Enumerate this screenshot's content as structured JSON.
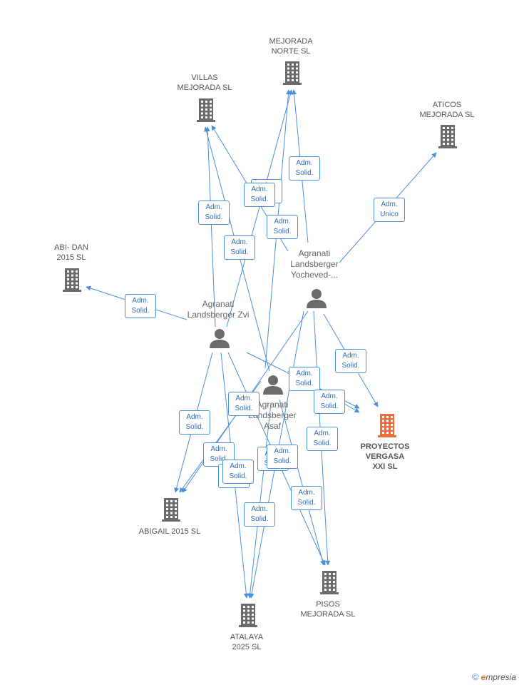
{
  "colors": {
    "edge": "#4a90d9",
    "building": "#6b6b6b",
    "focus_building": "#ef6c3a",
    "person": "#6b6b6b"
  },
  "companies": [
    {
      "id": "mejorada_norte",
      "name": "MEJORADA\nNORTE SL",
      "icon": "building-icon"
    },
    {
      "id": "villas",
      "name": "VILLAS\nMEJORADA SL",
      "icon": "building-icon"
    },
    {
      "id": "aticos",
      "name": "ATICOS\nMEJORADA SL",
      "icon": "building-icon"
    },
    {
      "id": "abidan",
      "name": "ABI- DAN\n2015 SL",
      "icon": "building-icon"
    },
    {
      "id": "proyectos",
      "name": "PROYECTOS\nVERGASA\nXXI SL",
      "icon": "building-icon",
      "focus": true
    },
    {
      "id": "abigail",
      "name": "ABIGAIL 2015 SL",
      "icon": "building-icon"
    },
    {
      "id": "pisos",
      "name": "PISOS\nMEJORADA SL",
      "icon": "building-icon"
    },
    {
      "id": "atalaya",
      "name": "ATALAYA\n2025 SL",
      "icon": "building-icon"
    }
  ],
  "people": [
    {
      "id": "yocheved",
      "name": "Agranati\nLandsberger\nYocheved-...",
      "icon": "person-icon"
    },
    {
      "id": "zvi",
      "name": "Agranati\nLandsberger Zvi",
      "icon": "person-icon"
    },
    {
      "id": "asaf",
      "name": "Agranati\nLandsberger\nAsaf",
      "icon": "person-icon"
    }
  ],
  "edge_labels": [
    "Adm.\nSolid.",
    "Adm.\nSolid.",
    "Adm.\nSolid.",
    "Adm.\nSolid.",
    "Adm.\nSolid.",
    "Adm.\nUnico",
    "Adm.\nSolid.",
    "Adm.\nSolid.",
    "Adm.\nSolid.",
    "Adm.\nSolid.",
    "Adm.\nSolid.",
    "Adm.\nSolid.",
    "Adm.\nSolid.",
    "Adm.\nSolid.",
    "Adm.\nSolid.",
    "Adm.\nSolid.",
    "Adm.\nSolid.",
    "Adm.\nSolid.",
    "Adm.\nSolid.",
    "Adm.\nSolid.",
    "Adm.\nSolid."
  ],
  "edges": [
    {
      "from": "zvi",
      "to": "villas"
    },
    {
      "from": "zvi",
      "to": "mejorada_norte"
    },
    {
      "from": "zvi",
      "to": "abidan"
    },
    {
      "from": "zvi",
      "to": "abigail"
    },
    {
      "from": "zvi",
      "to": "atalaya"
    },
    {
      "from": "zvi",
      "to": "pisos"
    },
    {
      "from": "zvi",
      "to": "proyectos"
    },
    {
      "from": "yocheved",
      "to": "villas"
    },
    {
      "from": "yocheved",
      "to": "mejorada_norte"
    },
    {
      "from": "yocheved",
      "to": "aticos"
    },
    {
      "from": "yocheved",
      "to": "proyectos"
    },
    {
      "from": "yocheved",
      "to": "pisos"
    },
    {
      "from": "yocheved",
      "to": "abigail"
    },
    {
      "from": "yocheved",
      "to": "atalaya"
    },
    {
      "from": "asaf",
      "to": "villas"
    },
    {
      "from": "asaf",
      "to": "mejorada_norte"
    },
    {
      "from": "asaf",
      "to": "proyectos"
    },
    {
      "from": "asaf",
      "to": "pisos"
    },
    {
      "from": "asaf",
      "to": "abigail"
    },
    {
      "from": "asaf",
      "to": "atalaya"
    }
  ],
  "footer": {
    "copyright": "©",
    "brand_first": "e",
    "brand_rest": "mpresia"
  }
}
